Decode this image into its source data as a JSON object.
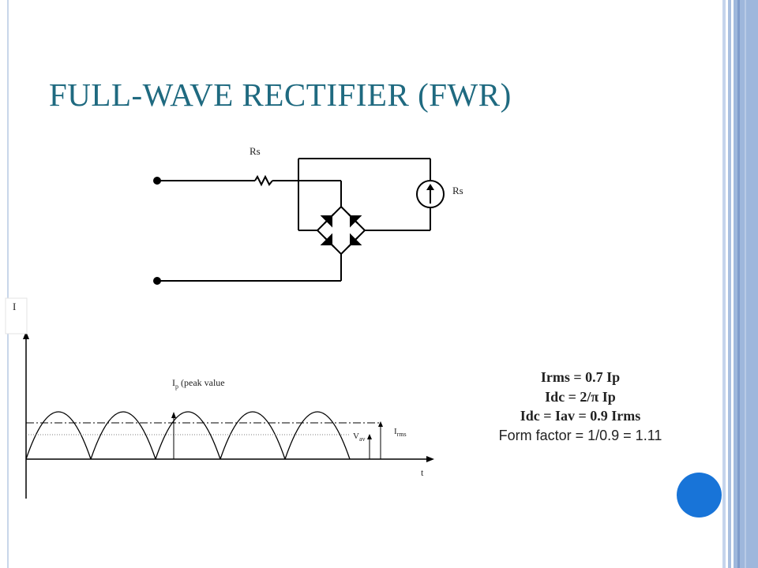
{
  "slide": {
    "title": "FULL-WAVE RECTIFIER (FWR)"
  },
  "circuit": {
    "resistor_label": "Rs",
    "source_label": "Rs"
  },
  "waveform": {
    "y_axis_label": "I",
    "x_axis_label": "t",
    "peak_label_main": "I",
    "peak_label_sub": "p",
    "peak_label_rest": " (peak value",
    "vav_main": "V",
    "vav_sub": "av",
    "irms_main": "I",
    "irms_sub": "rms"
  },
  "formulas": {
    "line1": "Irms = 0.7 Ip",
    "line2": "Idc  = 2/π Ip",
    "line3": "Idc  = Iav = 0.9 Irms",
    "line4": "Form factor = 1/0.9 = 1.11"
  },
  "colors": {
    "title": "#1f6a80",
    "accent_circle": "#1874d8",
    "band": "#9eb7dc"
  }
}
